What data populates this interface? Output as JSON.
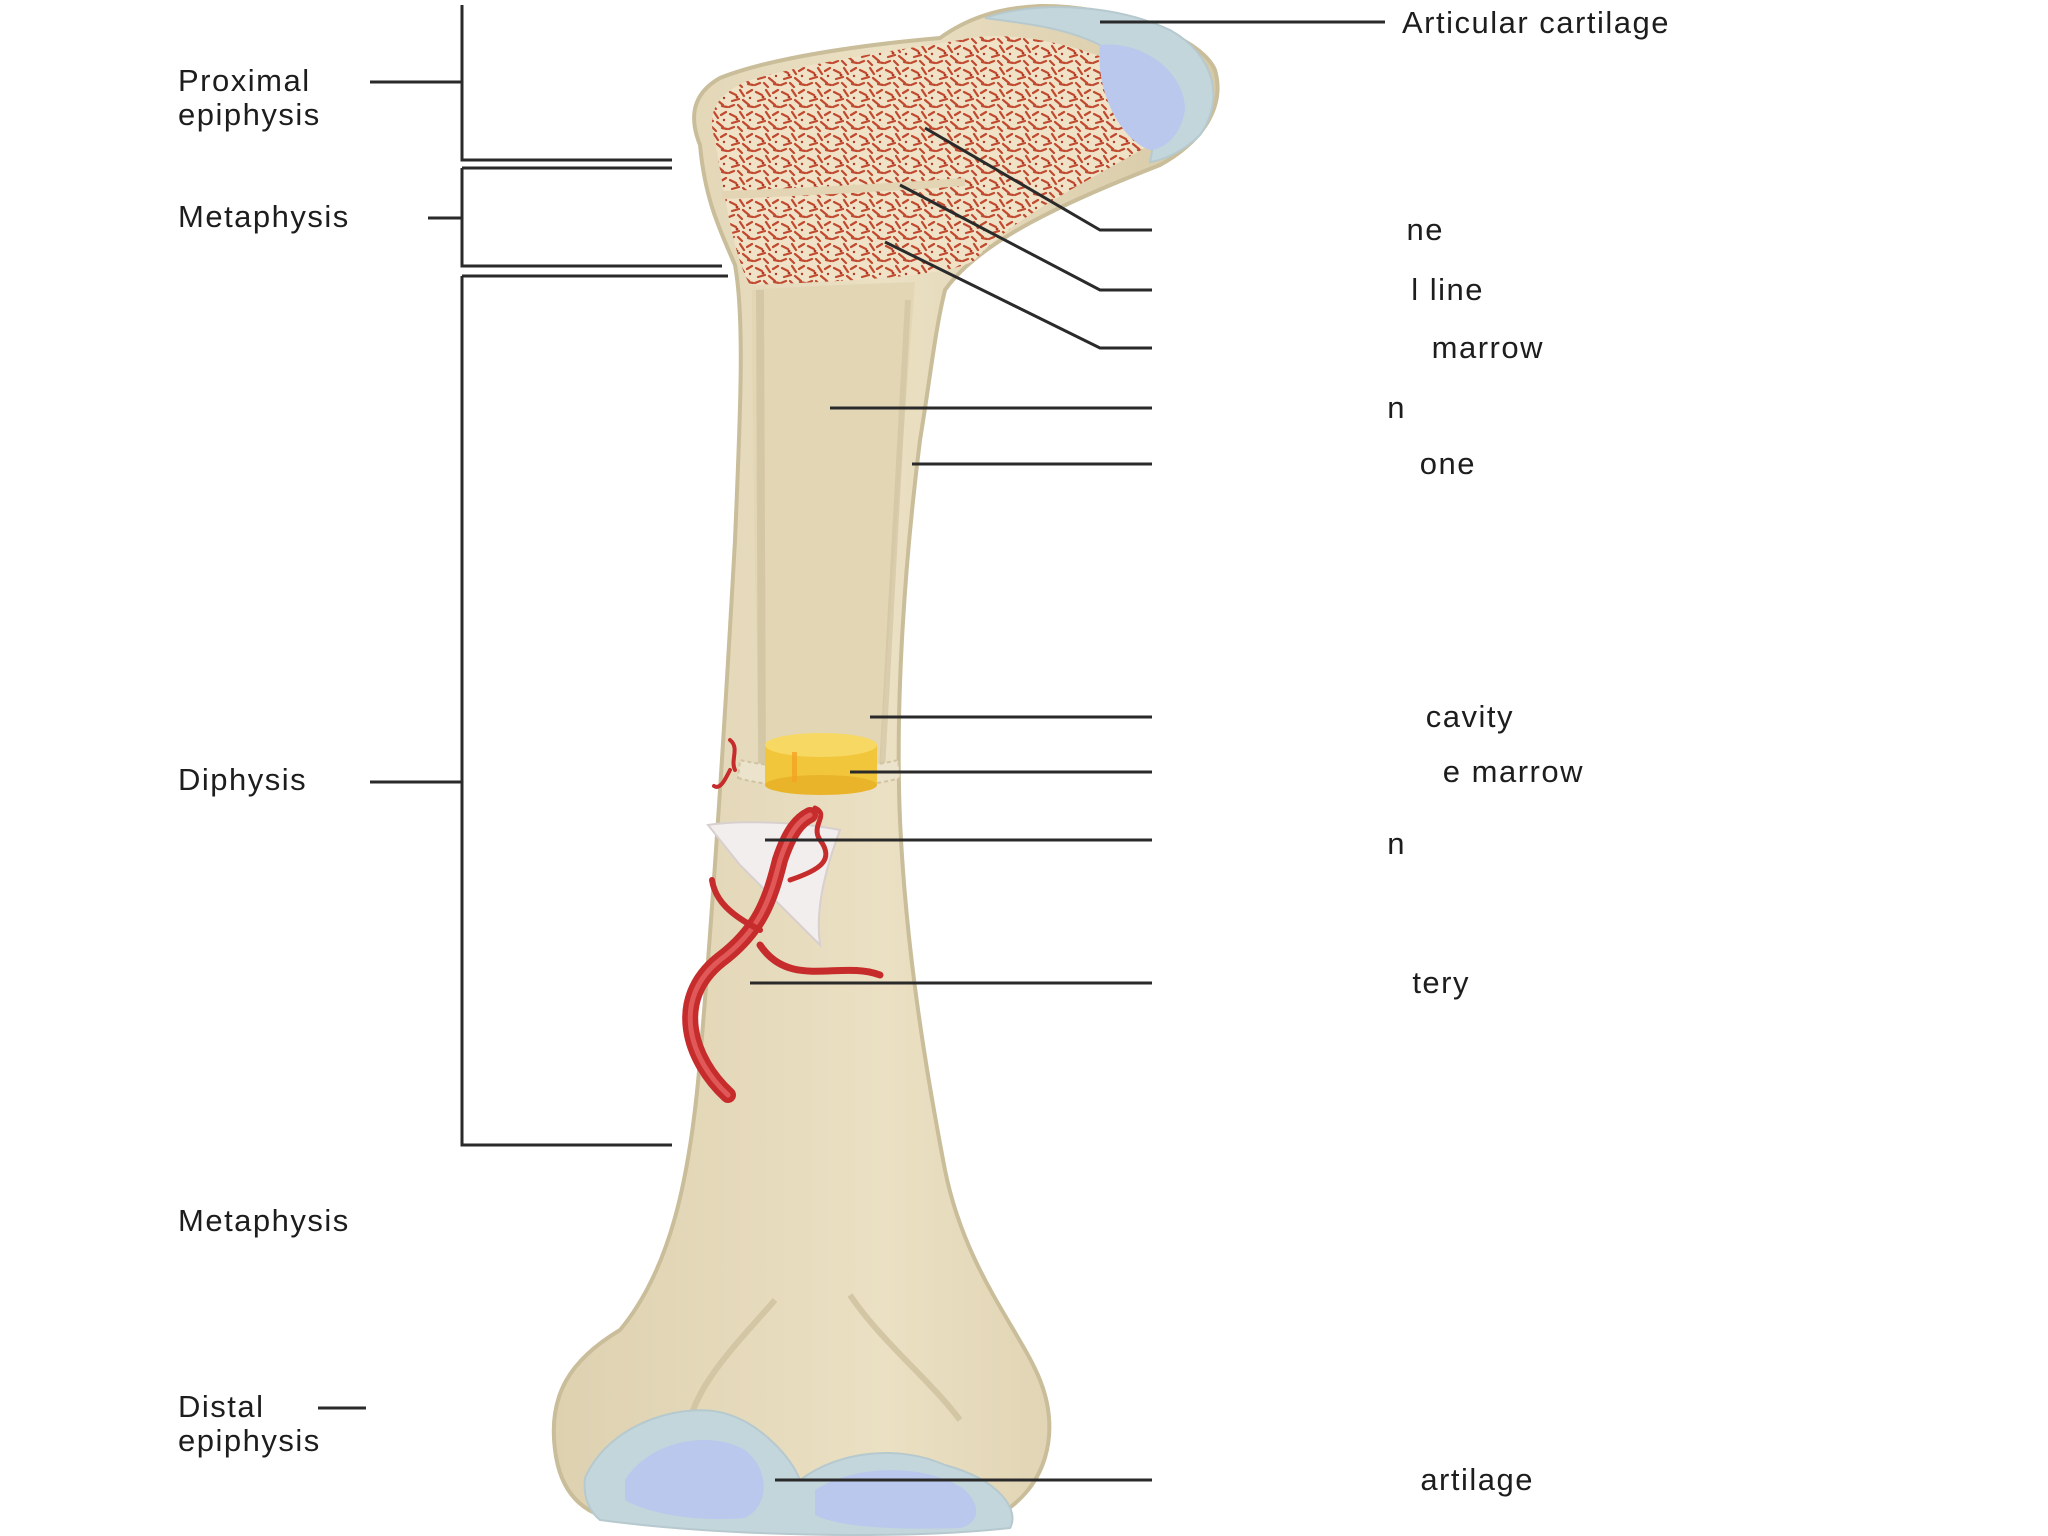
{
  "left_labels": {
    "proximal_epiphysis_line1": "Proximal",
    "proximal_epiphysis_line2": "epiphysis",
    "metaphysis_top": "Metaphysis",
    "diaphysis": "Diphysis",
    "metaphysis_bottom": "Metaphysis",
    "distal_epiphysis_line1": "Distal",
    "distal_epiphysis_line2": "epiphysis"
  },
  "right_labels": {
    "articular_cartilage_top": "Articular cartilage",
    "spongy_bone": "ne",
    "epiphyseal_line": "l line",
    "red_marrow": "marrow",
    "endosteum": "n",
    "compact_bone": "one",
    "medullary_cavity": "cavity",
    "yellow_marrow": "e marrow",
    "periosteum": "n",
    "nutrient_artery": "tery",
    "articular_cartilage_bottom": "artilage"
  },
  "colors": {
    "bone": "#e8dcbc",
    "bone_edge": "#c9bd9a",
    "cartilage": "#c3d6dc",
    "cartilage_inner": "#b9c8ec",
    "spongy_red": "#c0492f",
    "artery": "#c62c2c",
    "marrow_yellow": "#f2c63a",
    "leader": "#2a2a2a"
  }
}
